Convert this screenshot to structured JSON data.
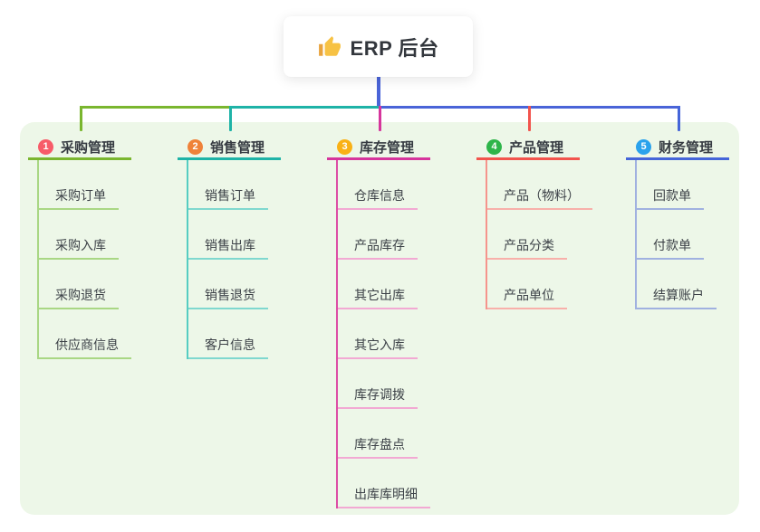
{
  "root": {
    "icon": "thumbs-up",
    "label": "ERP 后台"
  },
  "panel_bg": "#edf7e8",
  "connector": {
    "root_color": "#4a64d8"
  },
  "branches": [
    {
      "num": "1",
      "label": "采购管理",
      "badge_color": "#f75c69",
      "line_color": "#7ab62f",
      "vert_color": "#a9d784",
      "child_line_color": "#a9d784",
      "children": [
        "采购订单",
        "采购入库",
        "采购退货",
        "供应商信息"
      ]
    },
    {
      "num": "2",
      "label": "销售管理",
      "badge_color": "#ef8239",
      "line_color": "#1fb3a7",
      "vert_color": "#56cdc2",
      "child_line_color": "#7fd8cf",
      "children": [
        "销售订单",
        "销售出库",
        "销售退货",
        "客户信息"
      ]
    },
    {
      "num": "3",
      "label": "库存管理",
      "badge_color": "#f9b115",
      "line_color": "#d6359c",
      "vert_color": "#dd4da5",
      "child_line_color": "#f2a9d3",
      "children": [
        "仓库信息",
        "产品库存",
        "其它出库",
        "其它入库",
        "库存调拨",
        "库存盘点",
        "出库库明细"
      ]
    },
    {
      "num": "4",
      "label": "产品管理",
      "badge_color": "#2eb54a",
      "line_color": "#f2544d",
      "vert_color": "#f5948c",
      "child_line_color": "#f8b0aa",
      "children": [
        "产品（物料）",
        "产品分类",
        "产品单位"
      ]
    },
    {
      "num": "5",
      "label": "财务管理",
      "badge_color": "#2aa2ec",
      "line_color": "#4565d9",
      "vert_color": "#a0b1e0",
      "child_line_color": "#a0b1e0",
      "children": [
        "回款单",
        "付款单",
        "结算账户"
      ]
    }
  ]
}
